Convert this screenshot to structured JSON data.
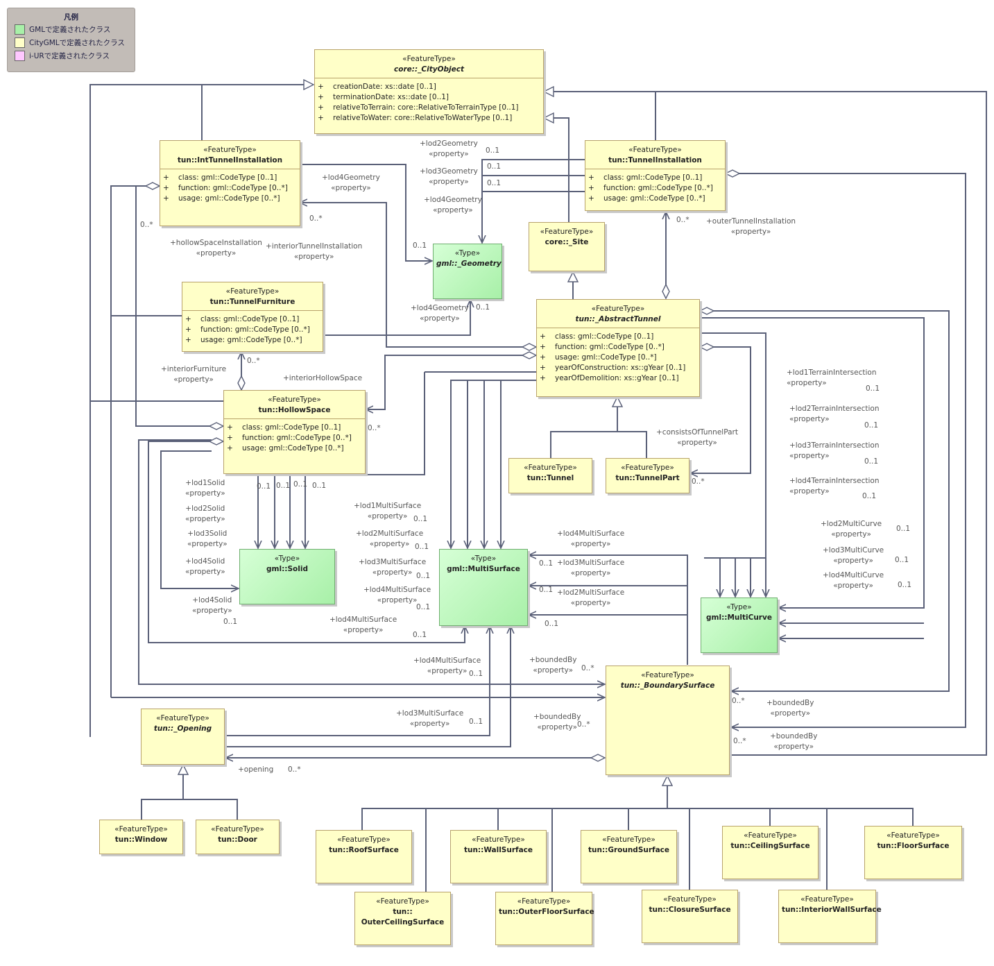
{
  "legend": {
    "title": "凡例",
    "items": [
      {
        "label": "GMLで定義されたクラス",
        "color": "#a8f0a8"
      },
      {
        "label": "CityGMLで定義されたクラス",
        "color": "#ffffc8"
      },
      {
        "label": "i-URで定義されたクラス",
        "color": "#ffc8ff"
      }
    ]
  },
  "classes": {
    "city_object": {
      "stereotype": "«FeatureType»",
      "name": "core::_CityObject",
      "attrs": [
        "creationDate: xs::date [0..1]",
        "terminationDate: xs::date [0..1]",
        "relativeToTerrain: core::RelativeToTerrainType [0..1]",
        "relativeToWater: core::RelativeToWaterType [0..1]"
      ]
    },
    "int_tunnel_installation": {
      "stereotype": "«FeatureType»",
      "name": "tun::IntTunnelInstallation",
      "attrs": [
        "class: gml::CodeType [0..1]",
        "function: gml::CodeType [0..*]",
        "usage: gml::CodeType [0..*]"
      ]
    },
    "tunnel_installation": {
      "stereotype": "«FeatureType»",
      "name": "tun::TunnelInstallation",
      "attrs": [
        "class: gml::CodeType [0..1]",
        "function: gml::CodeType [0..*]",
        "usage: gml::CodeType [0..*]"
      ]
    },
    "site": {
      "stereotype": "«FeatureType»",
      "name": "core::_Site"
    },
    "geometry": {
      "stereotype": "«Type»",
      "name": "gml::_Geometry"
    },
    "tunnel_furniture": {
      "stereotype": "«FeatureType»",
      "name": "tun::TunnelFurniture",
      "attrs": [
        "class: gml::CodeType [0..1]",
        "function: gml::CodeType [0..*]",
        "usage: gml::CodeType [0..*]"
      ]
    },
    "abstract_tunnel": {
      "stereotype": "«FeatureType»",
      "name": "tun::_AbstractTunnel",
      "attrs": [
        "class: gml::CodeType [0..1]",
        "function: gml::CodeType [0..*]",
        "usage: gml::CodeType [0..*]",
        "yearOfConstruction: xs::gYear [0..1]",
        "yearOfDemolition: xs::gYear [0..1]"
      ]
    },
    "hollow_space": {
      "stereotype": "«FeatureType»",
      "name": "tun::HollowSpace",
      "attrs": [
        "class: gml::CodeType [0..1]",
        "function: gml::CodeType [0..*]",
        "usage: gml::CodeType [0..*]"
      ]
    },
    "tunnel": {
      "stereotype": "«FeatureType»",
      "name": "tun::Tunnel"
    },
    "tunnel_part": {
      "stereotype": "«FeatureType»",
      "name": "tun::TunnelPart"
    },
    "solid": {
      "stereotype": "«Type»",
      "name": "gml::Solid"
    },
    "multi_surface": {
      "stereotype": "«Type»",
      "name": "gml::MultiSurface"
    },
    "multi_curve": {
      "stereotype": "«Type»",
      "name": "gml::MultiCurve"
    },
    "boundary_surface": {
      "stereotype": "«FeatureType»",
      "name": "tun::_BoundarySurface"
    },
    "opening": {
      "stereotype": "«FeatureType»",
      "name": "tun::_Opening"
    },
    "window": {
      "stereotype": "«FeatureType»",
      "name": "tun::Window"
    },
    "door": {
      "stereotype": "«FeatureType»",
      "name": "tun::Door"
    },
    "roof_surface": {
      "stereotype": "«FeatureType»",
      "name": "tun::RoofSurface"
    },
    "wall_surface": {
      "stereotype": "«FeatureType»",
      "name": "tun::WallSurface"
    },
    "ground_surface": {
      "stereotype": "«FeatureType»",
      "name": "tun::GroundSurface"
    },
    "ceiling_surface": {
      "stereotype": "«FeatureType»",
      "name": "tun::CeilingSurface"
    },
    "floor_surface": {
      "stereotype": "«FeatureType»",
      "name": "tun::FloorSurface"
    },
    "outer_ceiling_surface": {
      "stereotype": "«FeatureType»",
      "name": "tun::",
      "name2": "OuterCeilingSurface"
    },
    "outer_floor_surface": {
      "stereotype": "«FeatureType»",
      "name": "tun::OuterFloorSurface"
    },
    "closure_surface": {
      "stereotype": "«FeatureType»",
      "name": "tun::ClosureSurface"
    },
    "interior_wall_surface": {
      "stereotype": "«FeatureType»",
      "name": "tun::InteriorWallSurface"
    }
  },
  "roles": {
    "lod2geometry": "+lod2Geometry",
    "lod3geometry": "+lod3Geometry",
    "lod4geometry_a": "+lod4Geometry",
    "lod4geometry_b": "+lod4Geometry",
    "lod4geometry_c": "+lod4Geometry",
    "hollow_space_installation": "+hollowSpaceInstallation",
    "interior_tunnel_installation": "+interiorTunnelInstallation",
    "outer_tunnel_installation": "+outerTunnelInstallation",
    "interior_furniture": "+interiorFurniture",
    "interior_hollow_space": "+interiorHollowSpace",
    "consists_of_tunnel_part": "+consistsOfTunnelPart",
    "lod1_terrain": "+lod1TerrainIntersection",
    "lod2_terrain": "+lod2TerrainIntersection",
    "lod3_terrain": "+lod3TerrainIntersection",
    "lod4_terrain": "+lod4TerrainIntersection",
    "lod2_multi_curve": "+lod2MultiCurve",
    "lod3_multi_curve": "+lod3MultiCurve",
    "lod4_multi_curve": "+lod4MultiCurve",
    "lod1_solid": "+lod1Solid",
    "lod2_solid": "+lod2Solid",
    "lod3_solid": "+lod3Solid",
    "lod4_solid_a": "+lod4Solid",
    "lod4_solid_b": "+lod4Solid",
    "lod1_ms": "+lod1MultiSurface",
    "lod2_ms": "+lod2MultiSurface",
    "lod3_ms": "+lod3MultiSurface",
    "lod4_ms_a": "+lod4MultiSurface",
    "lod4_ms_b": "+lod4MultiSurface",
    "lod4_ms_bs": "+lod4MultiSurface",
    "lod3_ms_bs": "+lod3MultiSurface",
    "lod2_ms_bs": "+lod2MultiSurface",
    "lod4_ms_op": "+lod4MultiSurface",
    "lod3_ms_op": "+lod3MultiSurface",
    "bounded_by_a": "+boundedBy",
    "bounded_by_b": "+boundedBy",
    "bounded_by_c": "+boundedBy",
    "bounded_by_d": "+boundedBy",
    "opening": "+opening",
    "property": "«property»"
  },
  "multiplicities": {
    "zero_one": "0..1",
    "zero_many": "0..*"
  }
}
